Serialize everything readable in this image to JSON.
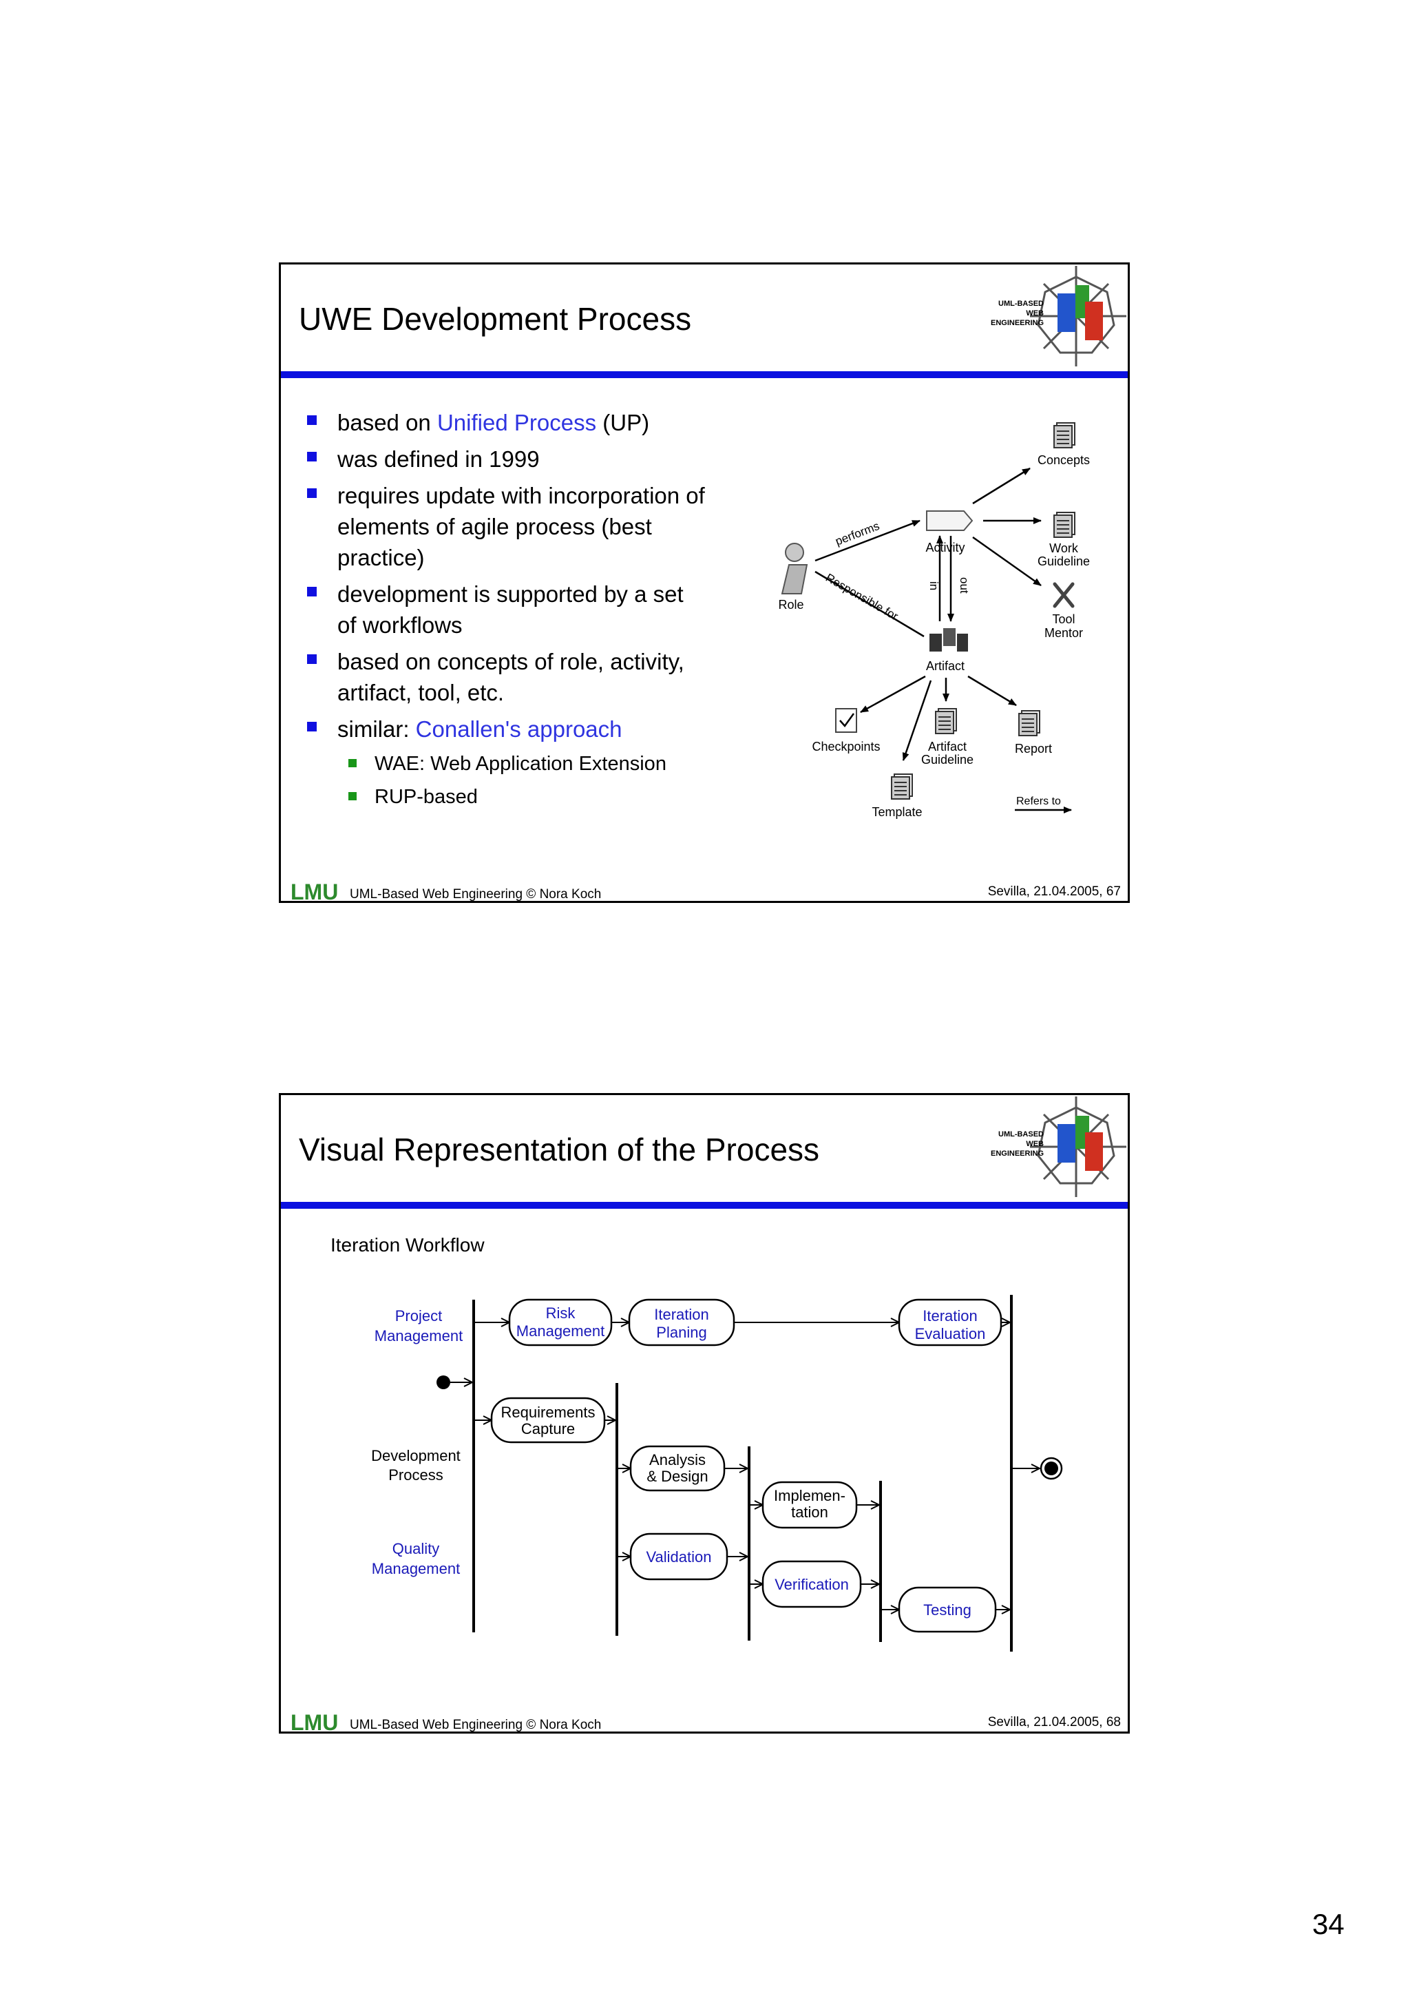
{
  "slide1": {
    "title": "UWE Development Process",
    "logo_text": [
      "UML-BASED",
      "WEB",
      "ENGINEERING"
    ],
    "bullets": [
      {
        "level": 1,
        "text_before": "based on ",
        "link": "Unified Process",
        "text_after": " (UP)"
      },
      {
        "level": 1,
        "text_before": "was defined in 1999",
        "link": "",
        "text_after": ""
      },
      {
        "level": 1,
        "text_before": "requires update with incorporation of elements of agile process (best practice)",
        "link": "",
        "text_after": ""
      },
      {
        "level": 1,
        "text_before": "development is supported by a set of workflows",
        "link": "",
        "text_after": ""
      },
      {
        "level": 1,
        "text_before": "based on concepts of role, activity, artifact, tool, etc.",
        "link": "",
        "text_after": ""
      },
      {
        "level": 1,
        "text_before": "similar: ",
        "link": "Conallen's  approach",
        "text_after": ""
      },
      {
        "level": 2,
        "text_before": "WAE: Web Application Extension",
        "link": "",
        "text_after": ""
      },
      {
        "level": 2,
        "text_before": "RUP-based",
        "link": "",
        "text_after": ""
      }
    ],
    "diagram": {
      "role": "Role",
      "activity": "Activity",
      "artifact": "Artifact",
      "concepts": "Concepts",
      "work_guideline": [
        "Work",
        "Guideline"
      ],
      "tool_mentor": [
        "Tool",
        "Mentor"
      ],
      "checkpoints": "Checkpoints",
      "artifact_guideline": [
        "Artifact",
        "Guideline"
      ],
      "report": "Report",
      "template": "Template",
      "performs": "performs",
      "responsible_for": "Responsible for",
      "in": "in",
      "out": "out",
      "refers_to": "Refers to"
    },
    "footer_logo": "LMU",
    "footer_left": "UML-Based Web Engineering © Nora Koch",
    "footer_right": "Sevilla, 21.04.2005, 67"
  },
  "slide2": {
    "title": "Visual Representation of the Process",
    "logo_text": [
      "UML-BASED",
      "WEB",
      "ENGINEERING"
    ],
    "caption": "Iteration Workflow",
    "lanes": {
      "project": [
        "Project",
        "Management"
      ],
      "development": [
        "Development",
        "Process"
      ],
      "quality": [
        "Quality",
        "Management"
      ]
    },
    "activities": {
      "risk": [
        "Risk",
        "Management"
      ],
      "iteration_planing": [
        "Iteration",
        "Planing"
      ],
      "iteration_evaluation": [
        "Iteration",
        "Evaluation"
      ],
      "requirements": [
        "Requirements",
        "Capture"
      ],
      "analysis": [
        "Analysis",
        "& Design"
      ],
      "implementation": [
        "Implemen-",
        "tation"
      ],
      "validation": "Validation",
      "verification": "Verification",
      "testing": "Testing"
    },
    "colors": {
      "project_quality": "#1a1ab8",
      "development": "#000000"
    },
    "footer_logo": "LMU",
    "footer_left": "UML-Based Web Engineering © Nora Koch",
    "footer_right": "Sevilla, 21.04.2005, 68"
  },
  "page_number": "34"
}
